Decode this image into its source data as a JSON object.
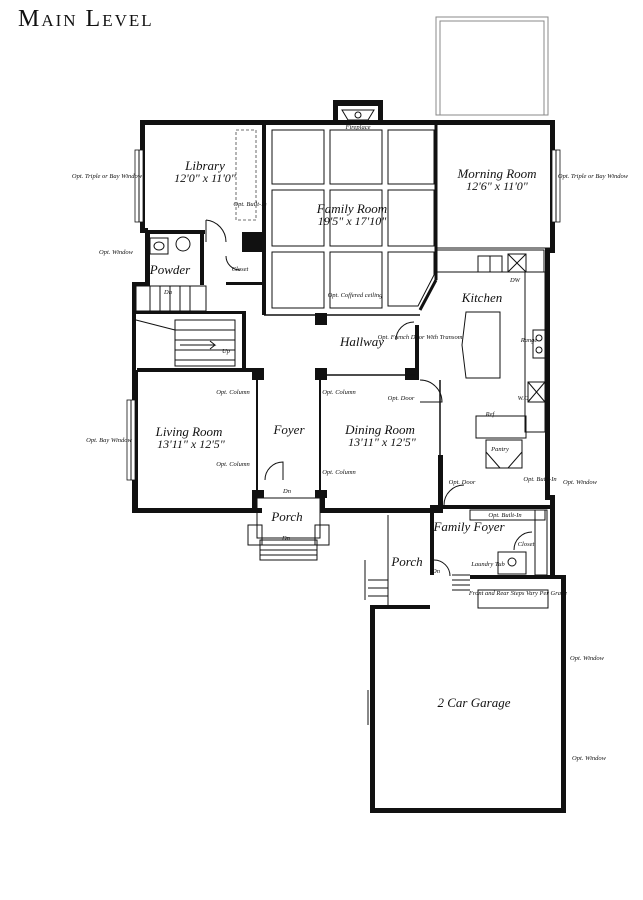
{
  "title": "Main Level",
  "rooms": {
    "library": {
      "name": "Library",
      "dims": "12'0\" x 11'0\""
    },
    "family_room": {
      "name": "Family Room",
      "dims": "19'5\" x 17'10\""
    },
    "morning_room": {
      "name": "Morning Room",
      "dims": "12'6\" x 11'0\""
    },
    "powder": {
      "name": "Powder"
    },
    "kitchen": {
      "name": "Kitchen"
    },
    "hallway": {
      "name": "Hallway"
    },
    "living_room": {
      "name": "Living Room",
      "dims": "13'11\" x 12'5\""
    },
    "foyer": {
      "name": "Foyer"
    },
    "dining_room": {
      "name": "Dining Room",
      "dims": "13'11\" x 12'5\""
    },
    "porch_front": {
      "name": "Porch"
    },
    "porch_side": {
      "name": "Porch"
    },
    "family_foyer": {
      "name": "Family Foyer"
    },
    "garage": {
      "name": "2 Car Garage"
    }
  },
  "notes": {
    "fireplace": "Fireplace",
    "opt_triple_left": "Opt. Triple or Bay Window",
    "opt_triple_right": "Opt. Triple or Bay Window",
    "opt_builtin_library": "Opt. Built-In",
    "opt_window_powder": "Opt. Window",
    "closet_upper": "Closet",
    "dn_upper": "Dn",
    "up": "Up",
    "coffered": "Opt. Coffered ceiling",
    "dw": "DW",
    "french_door": "Opt. French Door With Transom",
    "range": "Range",
    "opt_column_1": "Opt. Column",
    "opt_column_2": "Opt. Column",
    "opt_column_3": "Opt. Column",
    "opt_column_4": "Opt. Column",
    "opt_door_dining": "Opt. Door",
    "wo": "W.O.",
    "ref": "Ref",
    "pantry": "Pantry",
    "opt_bay_window": "Opt. Bay Window",
    "opt_builtin_kitchen": "Opt. Built-In",
    "opt_window_kitchen": "Opt. Window",
    "dn_foyer": "Dn",
    "opt_door_family": "Opt. Door",
    "opt_builtin_family": "Opt. Built-In",
    "closet_family": "Closet",
    "dn_porch_front": "Dn",
    "dn_porch_side": "Dn",
    "laundry": "Laundry Tub",
    "front_rear_steps": "Front and Rear Steps Vary Per Grade",
    "opt_window_garage_1": "Opt. Window",
    "opt_window_garage_2": "Opt. Window"
  }
}
